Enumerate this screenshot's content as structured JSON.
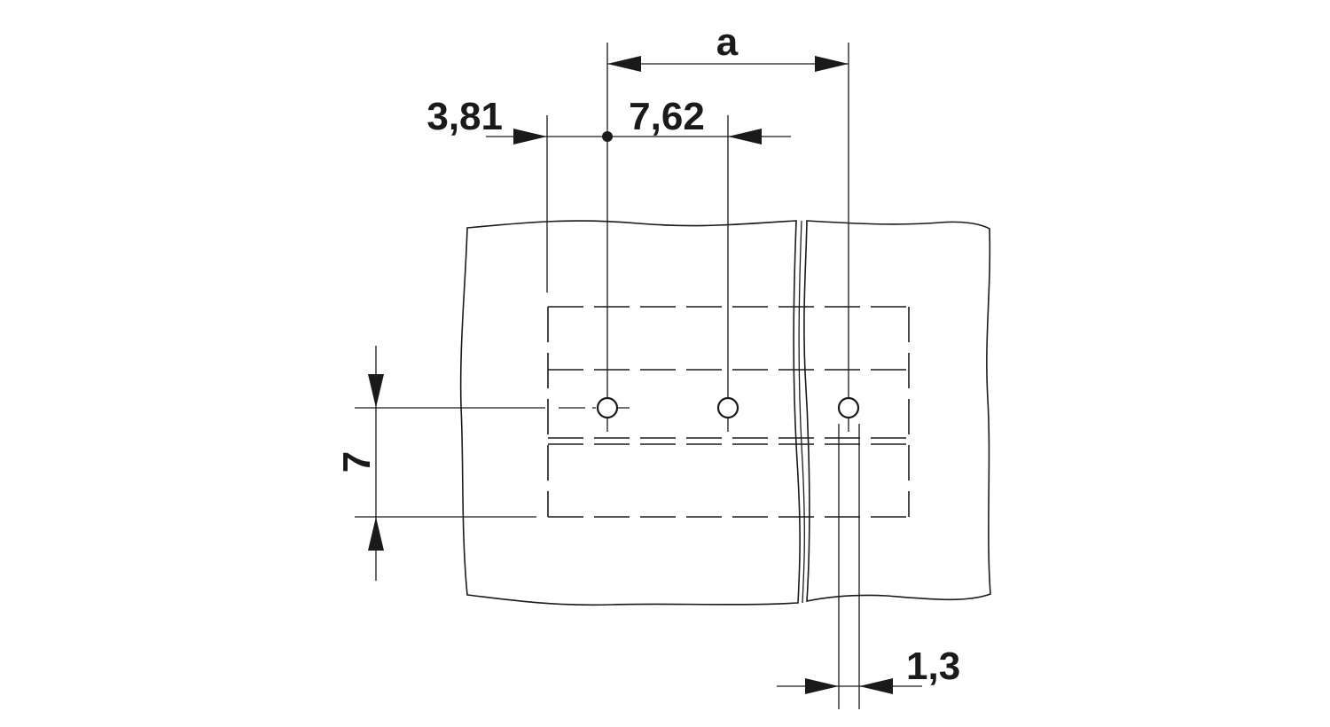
{
  "dimensions": {
    "a": "a",
    "offset": "3,81",
    "pitch": "7,62",
    "row_distance": "7",
    "hole_diameter": "1,3"
  },
  "colors": {
    "line": "#1a1a1a",
    "background": "#ffffff"
  }
}
